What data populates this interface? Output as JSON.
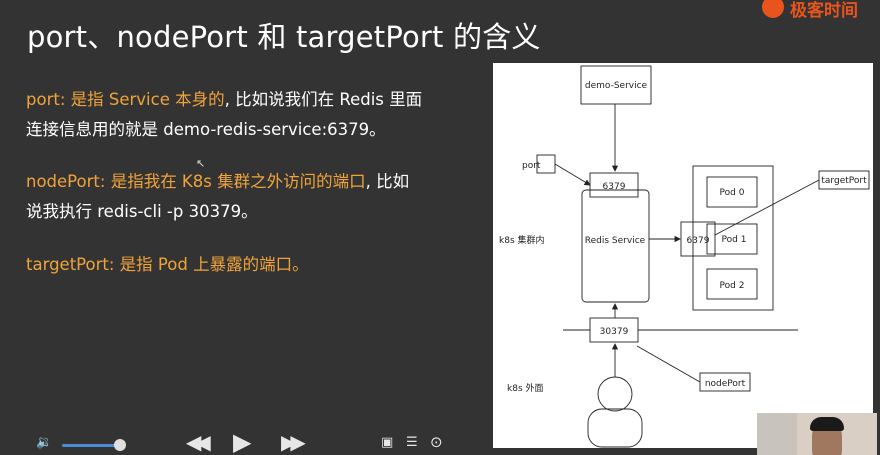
{
  "slide": {
    "title": "port、nodePort 和 targetPort 的含义",
    "logo_text": "极客时间",
    "paragraphs": [
      {
        "highlight": "port: 是指 Service 本身的",
        "rest": ", 比如说我们在 Redis 里面",
        "line2": "连接信息用的就是 demo-redis-service:6379。"
      },
      {
        "highlight": "nodePort: 是指我在 K8s 集群之外访问的端口",
        "rest": ", 比如",
        "line2": "说我执行 redis-cli -p 30379。"
      },
      {
        "highlight": "targetPort: 是指 Pod 上暴露的端口。",
        "rest": "",
        "line2": ""
      }
    ]
  },
  "diagram": {
    "demo_service": "demo-Service",
    "port_label": "port",
    "port_6379": "6379",
    "redis_service": "Redis Service",
    "in_cluster": "k8s 集群内",
    "target_6379": "6379",
    "pod0": "Pod 0",
    "pod1": "Pod 1",
    "pod2": "Pod 2",
    "target_port_label": "targetPort",
    "node_30379": "30379",
    "node_port_label": "nodePort",
    "outside_cluster": "k8s 外面"
  },
  "player": {
    "volume_level": 0.9,
    "icons": [
      "volume-icon",
      "rewind-icon",
      "play-icon",
      "fast-forward-icon",
      "subtitle-icon",
      "notes-icon",
      "more-icon"
    ]
  },
  "colors": {
    "slide_bg": "#333333",
    "highlight": "#f0a33a",
    "text": "#ffffff",
    "brand": "#e8541c",
    "volume_accent": "#4a8bd6"
  }
}
